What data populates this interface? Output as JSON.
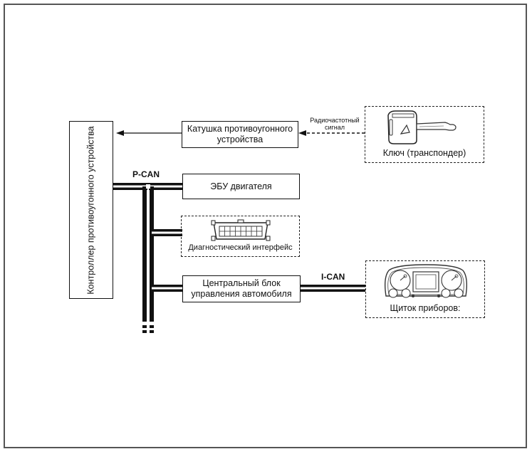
{
  "diagram": {
    "controller": {
      "label": "Контроллер противоугонного устройства"
    },
    "immobilizer_coil": {
      "label_line1": "Катушка противоугонного",
      "label_line2": "устройства"
    },
    "rf_signal": {
      "label_line1": "Радиочастотный",
      "label_line2": "сигнал"
    },
    "key": {
      "label": "Ключ (транспондер)",
      "icon": "car-key-icon"
    },
    "p_can": {
      "label": "P-CAN"
    },
    "engine_ecu": {
      "label": "ЭБУ двигателя"
    },
    "diagnostic": {
      "label": "Диагностический интерфейс",
      "icon": "diagnostic-connector-icon"
    },
    "central_unit": {
      "label_line1": "Центральный блок",
      "label_line2": "управления автомобиля"
    },
    "i_can": {
      "label": "I-CAN"
    },
    "instrument_cluster": {
      "label": "Щиток приборов:",
      "icon": "instrument-cluster-icon"
    }
  }
}
